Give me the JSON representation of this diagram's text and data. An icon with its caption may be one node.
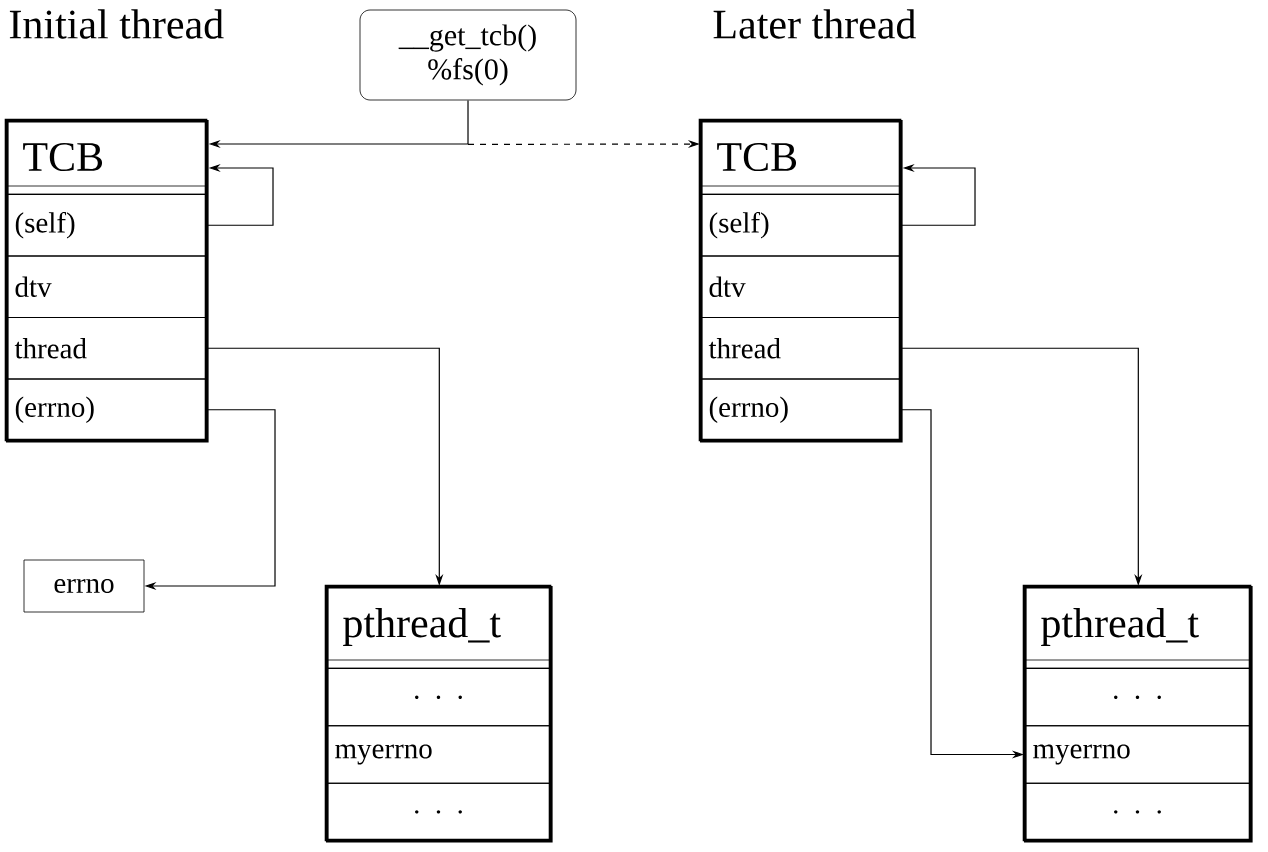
{
  "diagram": {
    "nodes": [
      {
        "text": [
          "__get_tcb() %fs(0)"
        ]
      },
      {
        "text": [
          "TCB"
        ]
      },
      {
        "text": [
          "(self)"
        ],
        "in": 1
      },
      {
        "text": [
          "dtv"
        ],
        "in": 1
      },
      {
        "text": [
          "thread"
        ],
        "in": 1
      },
      {
        "text": [
          "(errno)"
        ],
        "in": 1
      },
      {
        "text": [
          "errno"
        ]
      },
      {
        "text": [
          "pthread_t"
        ]
      },
      {
        "text": [
          ". . ."
        ],
        "in": 7
      },
      {
        "text": [
          "myerrno"
        ],
        "in": 7
      },
      {
        "text": [
          ". . ."
        ],
        "in": 7
      },
      {
        "text": [
          "TCB"
        ]
      },
      {
        "text": [
          "(self)"
        ],
        "in": 11
      },
      {
        "text": [
          "dtv"
        ],
        "in": 11
      },
      {
        "text": [
          "thread"
        ],
        "in": 11
      },
      {
        "text": [
          "(errno)"
        ],
        "in": 11
      },
      {
        "text": [
          "pthread_t"
        ]
      },
      {
        "text": [
          ". . ."
        ],
        "in": 16
      },
      {
        "text": [
          "myerrno"
        ],
        "in": 16
      },
      {
        "text": [
          ". . ."
        ],
        "in": 16
      }
    ],
    "edges": [
      {
        "from": 0,
        "to": 1,
        "arrow": "to"
      },
      {
        "from": 0,
        "to": 11,
        "arrow": "to",
        "style": "dashed"
      },
      {
        "from": 2,
        "to": 1,
        "arrow": "to"
      },
      {
        "from": 4,
        "to": 7,
        "arrow": "to"
      },
      {
        "from": 5,
        "to": 6,
        "arrow": "to"
      },
      {
        "from": 12,
        "to": 11,
        "arrow": "to"
      },
      {
        "from": 14,
        "to": 16,
        "arrow": "to"
      },
      {
        "from": 15,
        "to": 18,
        "arrow": "to"
      }
    ],
    "labels": [
      "Initial thread",
      "Later thread"
    ]
  }
}
